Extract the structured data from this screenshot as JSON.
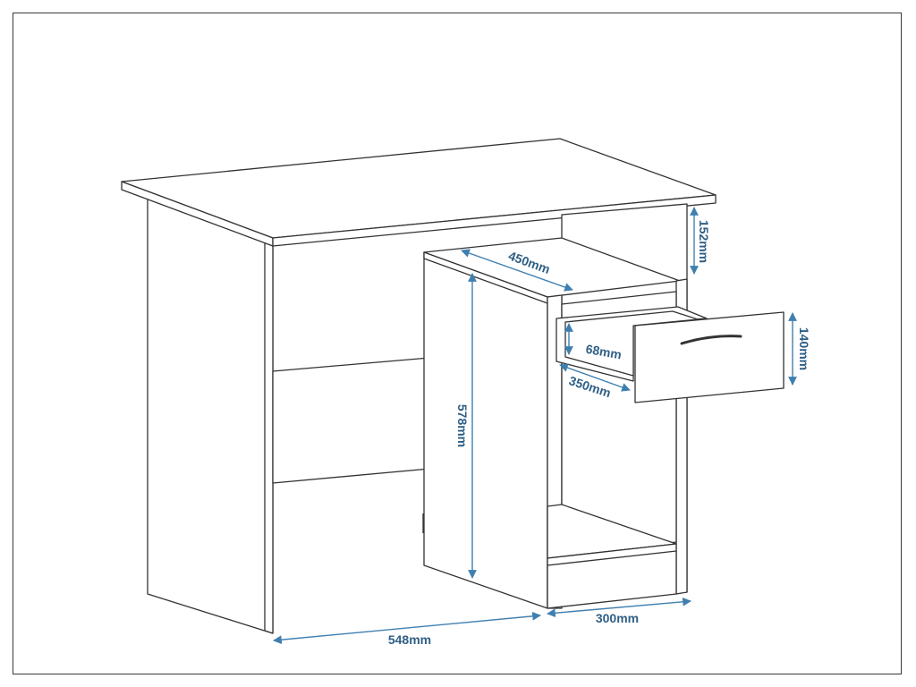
{
  "diagram": {
    "dimensions": {
      "top_gap": "152mm",
      "shelf_depth": "450mm",
      "drawer_height_inner": "68mm",
      "drawer_depth": "350mm",
      "drawer_front_height": "140mm",
      "pedestal_height": "578mm",
      "desk_depth": "548mm",
      "pedestal_width": "300mm"
    },
    "colors": {
      "outline": "#333333",
      "dimension": "#3f7fb0",
      "label": "#2f5f86",
      "background": "#ffffff"
    }
  }
}
